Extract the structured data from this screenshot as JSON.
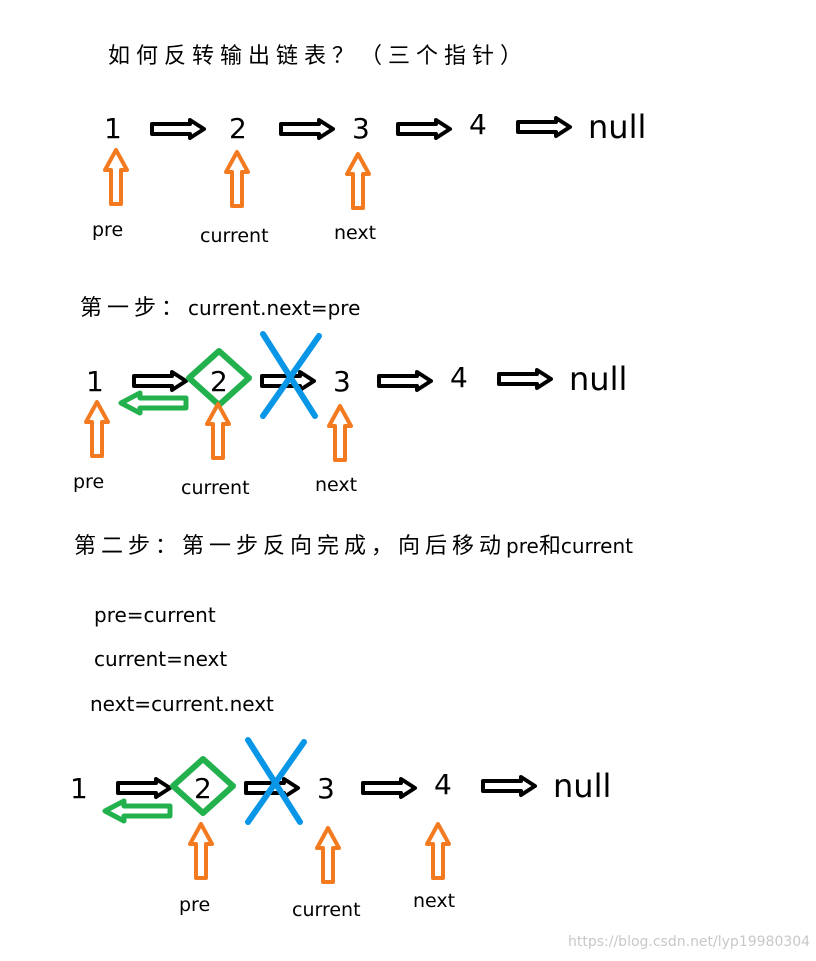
{
  "title": "如何反转输出链表？（三个指针）",
  "diagram1": {
    "nodes": [
      "1",
      "2",
      "3",
      "4"
    ],
    "null_label": "null",
    "pointers": {
      "pre": "pre",
      "current": "current",
      "next": "next"
    }
  },
  "step1": {
    "label": "第一步：",
    "code": "current.next=pre"
  },
  "diagram2": {
    "nodes": [
      "1",
      "2",
      "3",
      "4"
    ],
    "null_label": "null",
    "pointers": {
      "pre": "pre",
      "current": "current",
      "next": "next"
    }
  },
  "step2": {
    "label": "第二步：第一步反向完成，向后移动",
    "code1": "pre",
    "mid": "和",
    "code2": "current"
  },
  "assignments": [
    "pre=current",
    "current=next",
    "next=current.next"
  ],
  "diagram3": {
    "nodes": [
      "1",
      "2",
      "3",
      "4"
    ],
    "null_label": "null",
    "pointers": {
      "pre": "pre",
      "current": "current",
      "next": "next"
    }
  },
  "watermark": "https://blog.csdn.net/lyp19980304",
  "colors": {
    "black_arrow": "#000000",
    "orange_arrow": "#f47a20",
    "green": "#22b14c",
    "blue": "#0a96e6"
  }
}
